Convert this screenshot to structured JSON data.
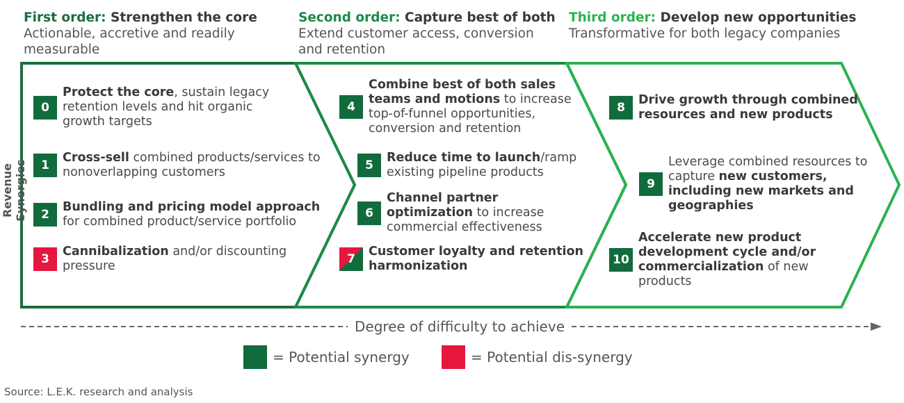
{
  "headers": [
    {
      "order": "First order:",
      "title": "Strengthen the core",
      "subtitle": "Actionable, accretive and readily measurable",
      "color": "#1b6d3d"
    },
    {
      "order": "Second order:",
      "title": "Capture best of both",
      "subtitle": "Extend customer access, conversion and retention",
      "color": "#1d8a47"
    },
    {
      "order": "Third order:",
      "title": "Develop new opportunities",
      "subtitle": "Transformative for both legacy companies",
      "color": "#2bb34f"
    }
  ],
  "y_label": "Revenue Synergies",
  "items": [
    {
      "num": "0",
      "type": "synergy",
      "bold": "Protect the core",
      "rest": ", sustain legacy retention levels and hit organic growth targets"
    },
    {
      "num": "1",
      "type": "synergy",
      "bold": "Cross-sell",
      "rest": " combined products/services to nonoverlapping customers"
    },
    {
      "num": "2",
      "type": "synergy",
      "bold": "Bundling and pricing model approach",
      "rest": " for combined product/service portfolio"
    },
    {
      "num": "3",
      "type": "dis-synergy",
      "bold": "Cannibalization",
      "rest": " and/or discounting pressure"
    },
    {
      "num": "4",
      "type": "synergy",
      "bold": "Combine best of both sales teams and motions",
      "rest": " to increase top-of-funnel opportunities, conversion and retention"
    },
    {
      "num": "5",
      "type": "synergy",
      "bold": "Reduce time to launch",
      "rest": "/ramp existing pipeline products"
    },
    {
      "num": "6",
      "type": "synergy",
      "bold": "Channel partner optimization",
      "rest": " to increase commercial effectiveness"
    },
    {
      "num": "7",
      "type": "mixed",
      "bold": "Customer loyalty and retention harmonization",
      "rest": ""
    },
    {
      "num": "8",
      "type": "synergy",
      "bold": "Drive growth through combined resources and new products",
      "rest": ""
    },
    {
      "num": "9",
      "type": "synergy",
      "pre": "Leverage combined resources to capture ",
      "bold": "new customers, including new markets and geographies",
      "rest": ""
    },
    {
      "num": "10",
      "type": "synergy",
      "bold": "Accelerate new product development cycle and/or commercialization",
      "rest": " of new products"
    }
  ],
  "axis_label": "Degree of difficulty to achieve",
  "legend": [
    {
      "label": "= Potential synergy",
      "color": "#116b3c"
    },
    {
      "label": "= Potential dis-synergy",
      "color": "#e5173f"
    }
  ],
  "source": "Source: L.E.K. research and analysis"
}
